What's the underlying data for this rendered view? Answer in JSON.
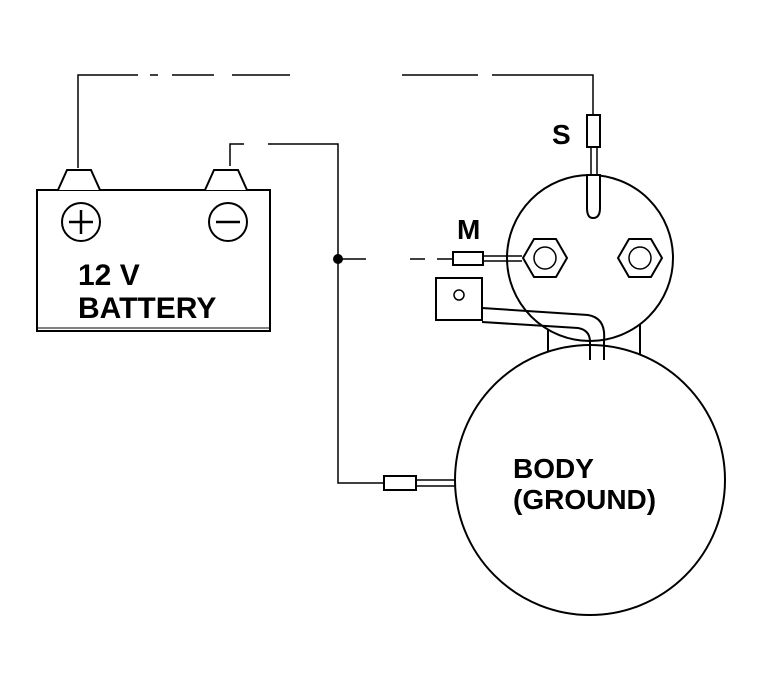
{
  "battery": {
    "voltage_label": "12 V",
    "name_label": "BATTERY",
    "positive_symbol": "+",
    "negative_symbol": "−"
  },
  "solenoid": {
    "s_terminal_label": "S",
    "m_terminal_label": "M"
  },
  "motor": {
    "body_label": "BODY",
    "ground_label": "(GROUND)"
  },
  "colors": {
    "ink": "#000000",
    "background": "#ffffff"
  }
}
